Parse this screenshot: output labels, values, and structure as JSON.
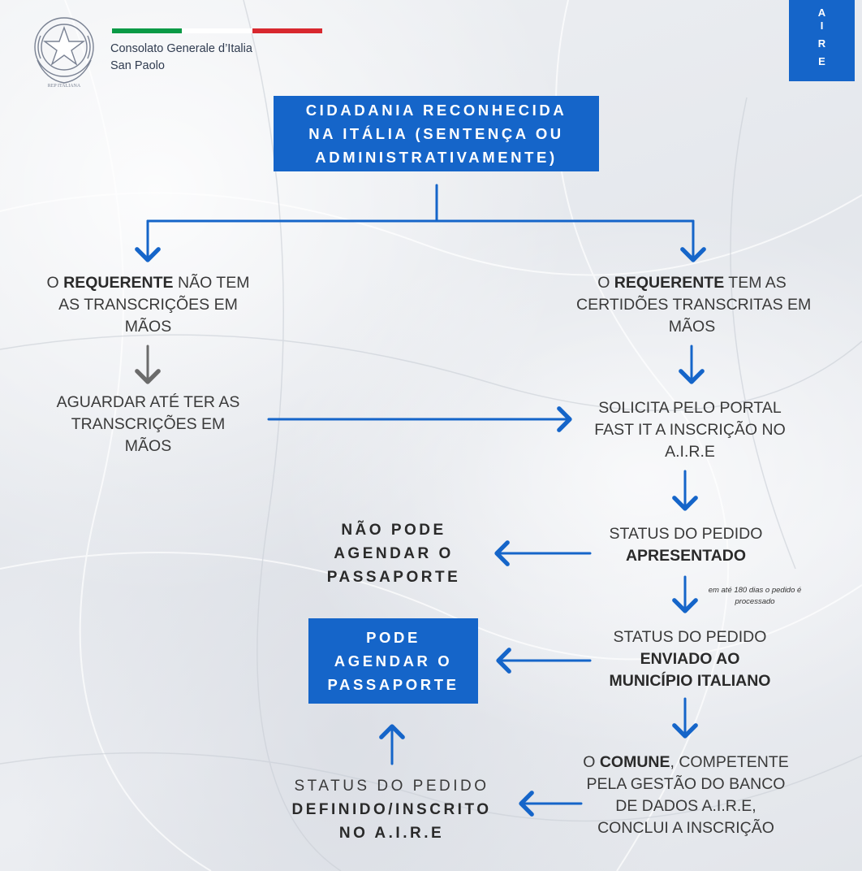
{
  "header": {
    "consulate_line1": "Consolato Generale d’Italia",
    "consulate_line2": "San Paolo",
    "flag_colors": [
      "#0a9a46",
      "#ffffff",
      "#d8282f"
    ],
    "emblem_icon": "italian-republic-emblem"
  },
  "aire_tab": {
    "letters": [
      "A",
      "I",
      "R",
      "E"
    ]
  },
  "colors": {
    "accent_blue": "#1565c9",
    "text_dark": "#3a3a3a",
    "arrow_gray": "#6b6b6b",
    "comune_blue": "#1f6fd1"
  },
  "top_box": {
    "lines": [
      "CIDADANIA RECONHECIDA",
      "NA ITÁLIA (SENTENÇA OU",
      "ADMINISTRATIVAMENTE)"
    ]
  },
  "left_branch": {
    "pre": "O ",
    "bold": "REQUERENTE",
    "post": " NÃO TEM",
    "line2": "AS TRANSCRIÇÕES EM",
    "line3": "MÃOS"
  },
  "right_branch": {
    "pre": "O ",
    "bold": "REQUERENTE",
    "post": " TEM AS",
    "line2": "CERTIDÕES TRANSCRITAS EM",
    "line3": "MÃOS"
  },
  "wait_node": {
    "lines": [
      "AGUARDAR ATÉ TER AS",
      "TRANSCRIÇÕES EM",
      "MÃOS"
    ]
  },
  "portal_node": {
    "lines": [
      "SOLICITA PELO PORTAL",
      "FAST IT A INSCRIÇÃO NO",
      "A.I.R.E"
    ]
  },
  "status_apresentado": {
    "line1": "STATUS DO PEDIDO",
    "bold": "APRESENTADO"
  },
  "nao_pode": {
    "lines": [
      "NÃO PODE",
      "AGENDAR O",
      "PASSAPORTE"
    ]
  },
  "processing_note": {
    "lines": [
      "em até 180 dias o pedido é",
      "processado"
    ]
  },
  "status_enviado": {
    "line1": "STATUS DO PEDIDO",
    "bold_lines": [
      "ENVIADO AO",
      "MUNICÍPIO ITALIANO"
    ]
  },
  "pode_box": {
    "lines": [
      "PODE",
      "AGENDAR O",
      "PASSAPORTE"
    ]
  },
  "comune_node": {
    "pre": "O ",
    "highlight": "COMUNE",
    "post": ", COMPETENTE",
    "lines": [
      "PELA GESTÃO DO BANCO",
      "DE DADOS A.I.R.E,",
      "CONCLUI A INSCRIÇÃO"
    ]
  },
  "status_definido": {
    "line1": "STATUS DO PEDIDO",
    "bold_line": "DEFINIDO/INSCRITO",
    "bold_line2": "NO A.I.R.E"
  }
}
